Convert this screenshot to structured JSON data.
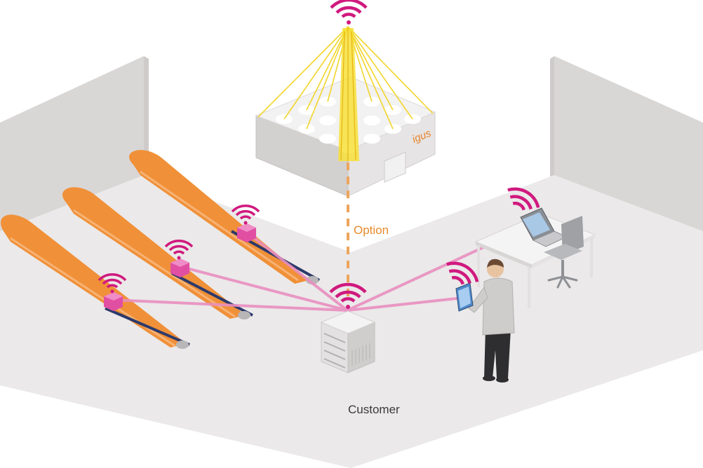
{
  "labels": {
    "option": "Option",
    "customer": "Customer"
  },
  "brand": {
    "logo_text": "igus"
  },
  "colors": {
    "wifi": "#d0197e",
    "link": "#e98fc0",
    "chain": "#f0913a",
    "chain_dark": "#d8731f",
    "beam": "#f7e13a",
    "option_dash": "#eda55c",
    "floor": "#ebe9e9",
    "wall": "#d9d6d6"
  },
  "nodes": [
    "cloud-building",
    "gateway-server",
    "sensor-1",
    "sensor-2",
    "sensor-3",
    "laptop",
    "tablet-user"
  ]
}
